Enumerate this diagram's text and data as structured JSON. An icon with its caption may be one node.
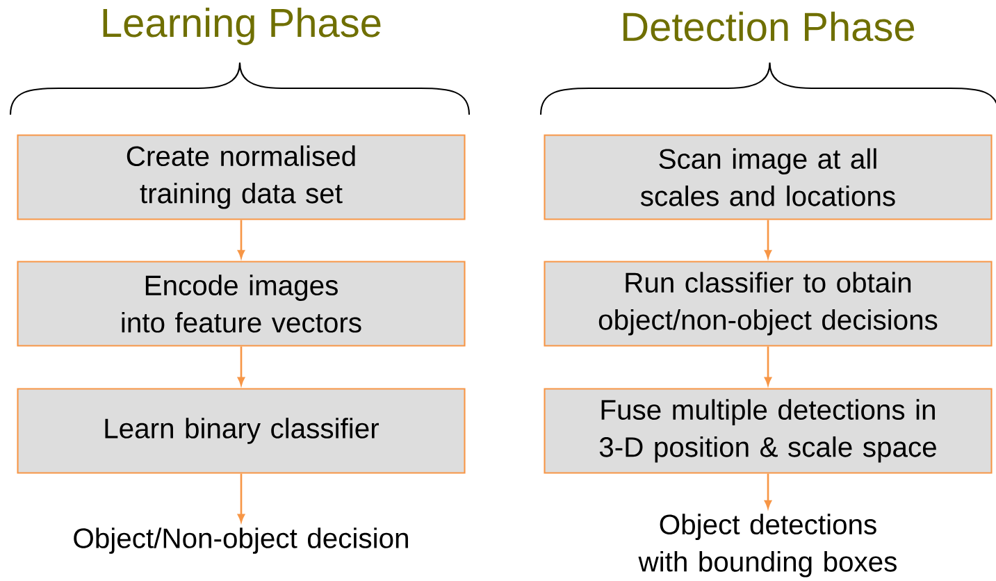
{
  "diagram": {
    "nodes": [
      {
        "text": [
          "Create normalised training data set"
        ]
      },
      {
        "text": [
          "Encode images into feature vectors"
        ]
      },
      {
        "text": [
          "Learn binary classifier"
        ]
      },
      {
        "text": [
          "Object/Non-object decision"
        ]
      },
      {
        "text": [
          "Scan image at all scales and locations"
        ]
      },
      {
        "text": [
          "Run classifier to obtain object/non-object decisions"
        ]
      },
      {
        "text": [
          "Fuse multiple detections in 3-D position & scale space"
        ]
      },
      {
        "text": [
          "Object detections with bounding boxes"
        ]
      }
    ],
    "edges": [
      {
        "from": 0,
        "to": 1,
        "arrow": "to"
      },
      {
        "from": 1,
        "to": 2,
        "arrow": "to"
      },
      {
        "from": 2,
        "to": 3,
        "arrow": "to"
      },
      {
        "from": 4,
        "to": 5,
        "arrow": "to"
      },
      {
        "from": 5,
        "to": 6,
        "arrow": "to"
      },
      {
        "from": 6,
        "to": 7,
        "arrow": "to"
      }
    ],
    "labels": [
      "Learning Phase",
      "Detection Phase"
    ]
  }
}
